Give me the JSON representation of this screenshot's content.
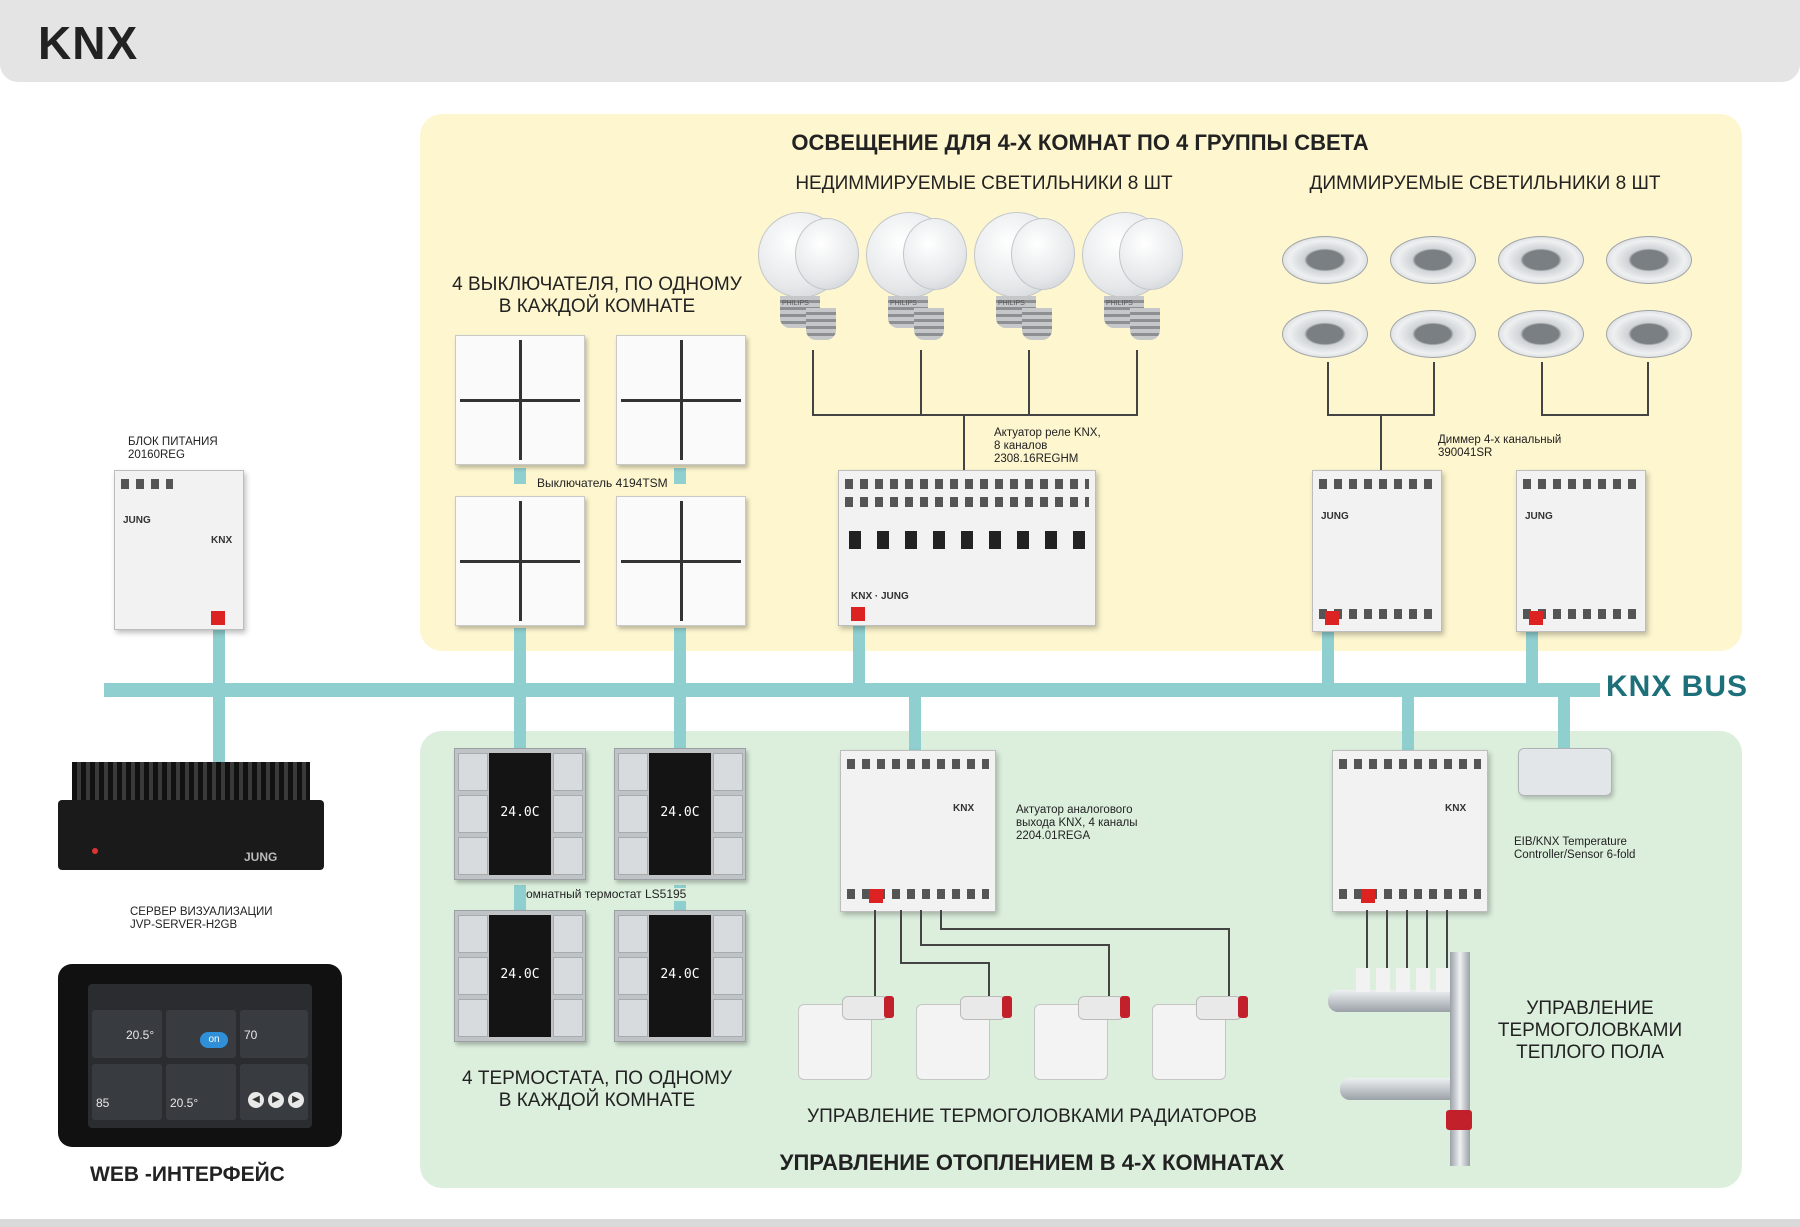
{
  "header": {
    "title": "KNX"
  },
  "lighting": {
    "title": "ОСВЕЩЕНИЕ ДЛЯ 4-Х КОМНАТ ПО 4 ГРУППЫ СВЕТА",
    "non_dim_label": "НЕДИММИРУЕМЫЕ СВЕТИЛЬНИКИ 8 ШТ",
    "dim_label": "ДИММИРУЕМЫЕ СВЕТИЛЬНИКИ 8 ШТ",
    "switches_label_1": "4 ВЫКЛЮЧАТЕЛЯ, ПО ОДНОМУ",
    "switches_label_2": "В КАЖДОЙ КОМНАТЕ",
    "switch_model": "Выключатель 4194TSM",
    "relay_1": "Актуатор реле KNX,",
    "relay_2": "8 каналов",
    "relay_3": "2308.16REGHM",
    "dimmer_1": "Диммер 4-х канальный",
    "dimmer_2": "390041SR",
    "bulb_brand": "PHILIPS"
  },
  "power": {
    "line1": "БЛОК ПИТАНИЯ",
    "line2": "20160REG"
  },
  "bus_label": "KNX BUS",
  "server": {
    "line1": "СЕРВЕР ВИЗУАЛИЗАЦИИ",
    "line2": "JVP-SERVER-H2GB",
    "brand": "JUNG"
  },
  "web_label": "WEB -ИНТЕРФЕЙС",
  "tablet": {
    "t1": "20.5°",
    "t2": "70",
    "t3": "85",
    "t4": "20.5°",
    "on": "on"
  },
  "heating": {
    "title": "УПРАВЛЕНИЕ ОТОПЛЕНИЕМ В 4-Х КОМНАТАХ",
    "thermo_model": "омнатный термостат LS5195",
    "thermo_label_1": "4 ТЕРМОСТАТА, ПО ОДНОМУ",
    "thermo_label_2": "В КАЖДОЙ КОМНАТЕ",
    "thermo_display": "24.0C",
    "analog_1": "Актуатор аналогового",
    "analog_2": "выхода KNX, 4 каналы",
    "analog_3": "2204.01REGA",
    "radiators": "УПРАВЛЕНИЕ ТЕРМОГОЛОВКАМИ РАДИАТОРОВ",
    "floor_1": "УПРАВЛЕНИЕ",
    "floor_2": "ТЕРМОГОЛОВКАМИ",
    "floor_3": "ТЕПЛОГО ПОЛА",
    "sensor_1": "EIB/KNX Temperature",
    "sensor_2": "Controller/Sensor 6-fold"
  },
  "colors": {
    "bus": "#8fcfcf",
    "lighting_zone": "#fdf6cf",
    "heating_zone": "#dcefdd",
    "bus_text": "#1d6f7a"
  }
}
